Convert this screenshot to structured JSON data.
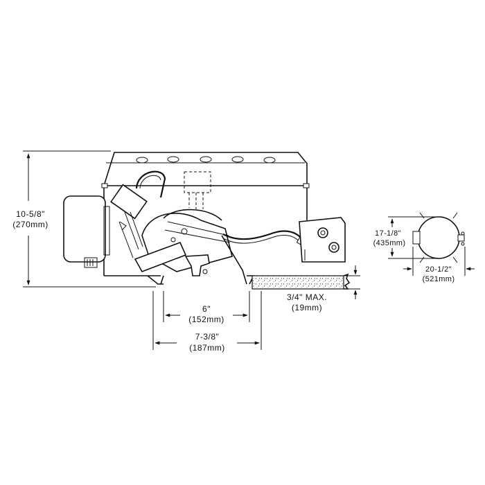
{
  "dimensions": {
    "height": {
      "imperial": "10-5/8\"",
      "metric": "(270mm)"
    },
    "aperture": {
      "imperial": "6\"",
      "metric": "(152mm)"
    },
    "cutout": {
      "imperial": "7-3/8\"",
      "metric": "(187mm)"
    },
    "ceiling": {
      "imperial": "3/4\" MAX.",
      "metric": "(19mm)"
    },
    "plan_depth": {
      "imperial": "17-1/8\"",
      "metric": "(435mm)"
    },
    "plan_width": {
      "imperial": "20-1/2\"",
      "metric": "(521mm)"
    }
  }
}
